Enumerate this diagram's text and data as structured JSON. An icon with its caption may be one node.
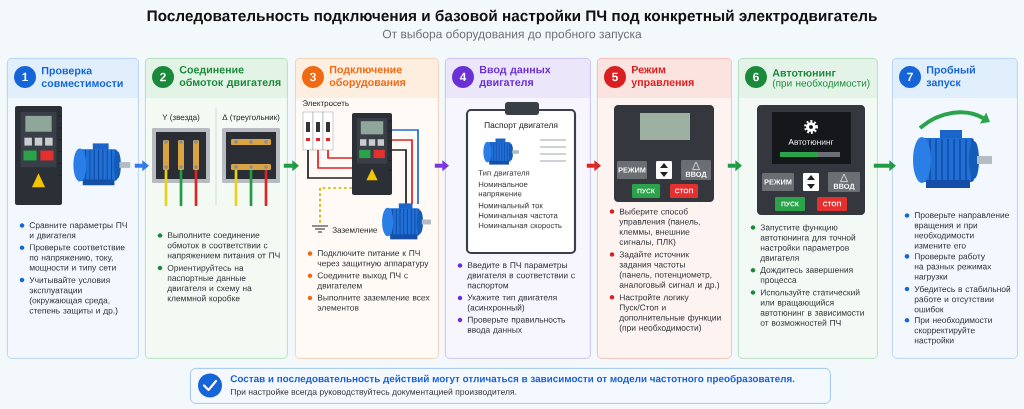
{
  "diagram": {
    "title": "Последовательность подключения и базовой настройки ПЧ под конкретный электродвигатель",
    "nodes": [
      {
        "text": [
          "1",
          "Проверка совместимости",
          "Сравните параметры ПЧ и двигателя",
          "Проверьте соответствие по напряжению, току, мощности и типу сети",
          "Учитывайте условия эксплуатации (окружающая среда, степень защиты и др.)"
        ]
      },
      {
        "text": [
          "2",
          "Соединение обмоток двигателя",
          "Выполните соединение обмоток в соответствии с напряжением питания от ПЧ",
          "Ориентируйтесь на паспортные данные двигателя и схему на клеммной коробке"
        ]
      },
      {
        "text": [
          "3",
          "Подключение оборудования",
          "Подключите питание к ПЧ через защитную аппаратуру",
          "Соедините выход ПЧ с двигателем",
          "Выполните заземление всех элементов"
        ]
      },
      {
        "text": [
          "4",
          "Ввод данных двигателя",
          "Введите в ПЧ параметры двигателя в соответствии с паспортом",
          "Укажите тип двигателя (асинхронный)",
          "Проверьте правильность ввода данных"
        ]
      },
      {
        "text": [
          "5",
          "Режим управления",
          "Выберите способ управления (панель, клеммы, внешние сигналы, ПЛК)",
          "Задайте источник задания частоты (панель, потенциометр, аналоговый сигнал и др.)",
          "Настройте логику Пуск/Стоп и дополнительные функции (при необходимости)"
        ]
      },
      {
        "text": [
          "6",
          "Автотюнинг",
          "(при необходимости)",
          "Запустите функцию автотюнинга для точной настройки параметров двигателя",
          "Дождитесь завершения процесса",
          "Используйте статический или вращающийся автотюнинг в зависимости от возможностей ПЧ"
        ]
      },
      {
        "text": [
          "7",
          "Пробный запуск",
          "Проверьте направление вращения и при необходимости измените его",
          "Проверьте работу на разных режимах нагрузки",
          "Убедитесь в стабильной работе и отсутствии ошибок",
          "При необходимости скорректируйте настройки"
        ]
      },
      {
        "text": [
          "Состав и последовательность действий могут отличаться в зависимости от модели частотного преобразователя.",
          "При настройке всегда руководствуйтесь документацией производителя."
        ]
      }
    ],
    "edges": [
      {
        "from": 0,
        "to": 1,
        "arrow": "to",
        "color": "#2f7be8"
      },
      {
        "from": 1,
        "to": 2,
        "arrow": "to",
        "color": "#1f9a45"
      },
      {
        "from": 2,
        "to": 3,
        "arrow": "to",
        "color": "#7a35e0"
      },
      {
        "from": 3,
        "to": 4,
        "arrow": "to",
        "color": "#e02424"
      },
      {
        "from": 4,
        "to": 5,
        "arrow": "to",
        "color": "#1f9a45"
      },
      {
        "from": 5,
        "to": 6,
        "arrow": "to",
        "color": "#1f9a45"
      }
    ],
    "labels": [
      "От выбора оборудования до пробного запуска",
      "Y (звезда)",
      "Δ (треугольник)",
      "Электросеть",
      "Заземление",
      "Паспорт двигателя",
      "Тип двигателя",
      "Номинальное напряжение",
      "Номинальный ток",
      "Номинальная частота",
      "Номинальная скорость",
      "РЕЖИМ",
      "ВВОД",
      "ПУСК",
      "СТОП",
      "Автотюнинг",
      "РЕЖИМ",
      "ВВОД",
      "ПУСК",
      "СТОП"
    ]
  }
}
